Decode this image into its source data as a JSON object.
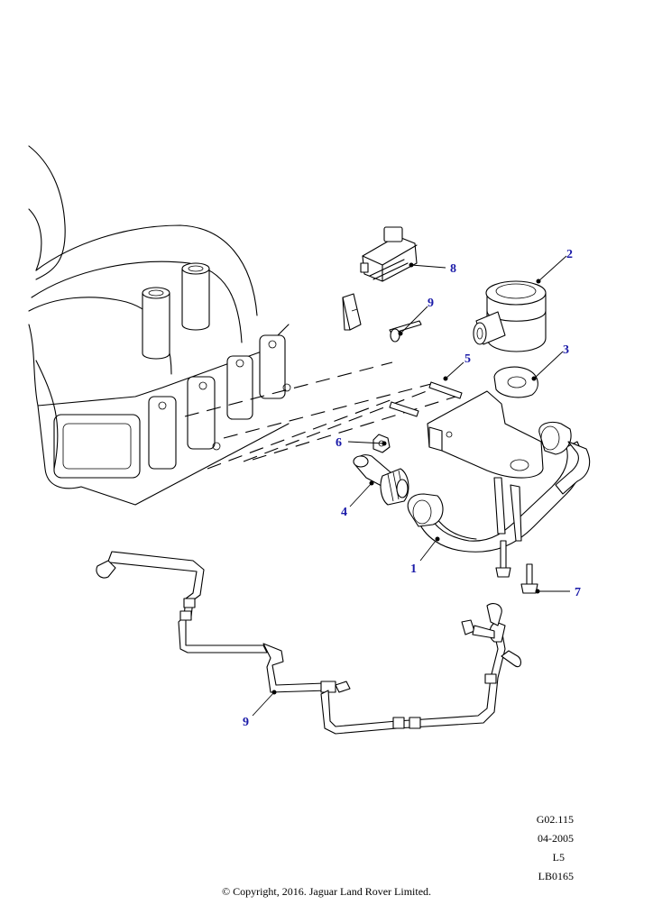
{
  "callouts": [
    {
      "id": "1",
      "label": "1"
    },
    {
      "id": "2",
      "label": "2"
    },
    {
      "id": "3",
      "label": "3"
    },
    {
      "id": "4",
      "label": "4"
    },
    {
      "id": "5",
      "label": "5"
    },
    {
      "id": "6",
      "label": "6"
    },
    {
      "id": "7",
      "label": "7"
    },
    {
      "id": "8",
      "label": "8"
    },
    {
      "id": "9a",
      "label": "9"
    },
    {
      "id": "9b",
      "label": "9"
    }
  ],
  "footer": {
    "ref": "G02.115",
    "date": "04-2005",
    "level": "L5",
    "code": "LB0165",
    "copyright": "© Copyright, 2016. Jaguar Land Rover Limited."
  }
}
